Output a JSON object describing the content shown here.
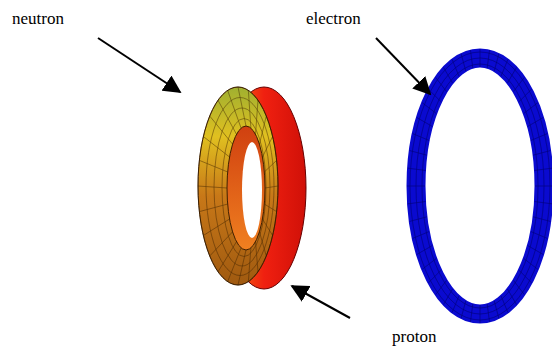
{
  "diagram": {
    "labels": [
      "neutron",
      "electron",
      "proton"
    ]
  }
}
